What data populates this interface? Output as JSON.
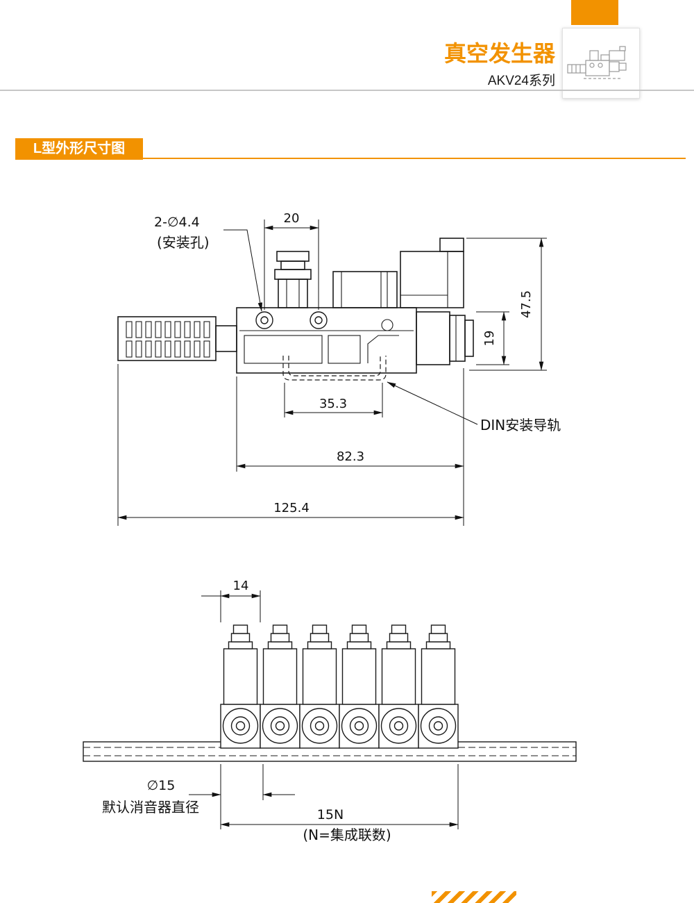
{
  "colors": {
    "accent": "#f29200"
  },
  "header": {
    "title": "真空发生器",
    "series": "AKV24系列"
  },
  "section": {
    "badge": "L型外形尺寸图"
  },
  "side_view": {
    "dim_mount_holes": "2-∅4.4",
    "dim_mount_holes_note": "(安装孔)",
    "dim_hole_pitch": "20",
    "dim_height": "47.5",
    "dim_port_height": "19",
    "dim_rail_width": "35.3",
    "din_rail_label": "DIN安装导轨",
    "dim_body_length": "82.3",
    "dim_total_length": "125.4"
  },
  "front_view": {
    "dim_unit_width": "14",
    "dim_silencer_dia": "∅15",
    "silencer_note": "默认消音器直径",
    "dim_total_width": "15N",
    "n_note": "(N=集成联数)"
  }
}
